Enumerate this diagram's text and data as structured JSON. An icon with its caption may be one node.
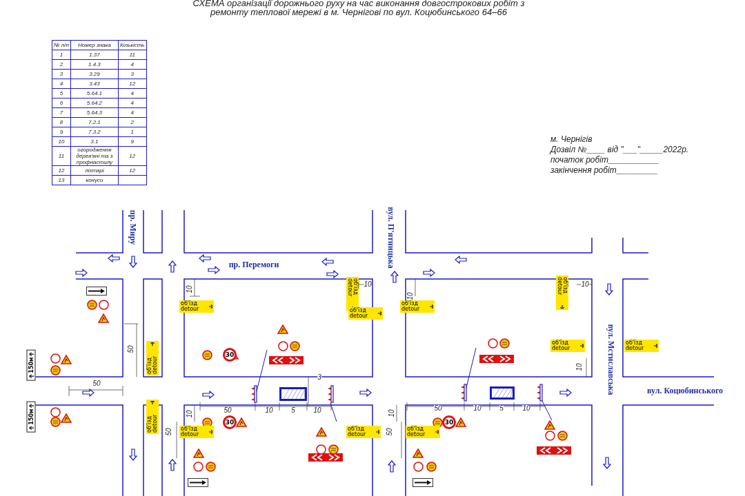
{
  "diagram": {
    "title": "СХЕМА організації дорожнього руху на час виконання довгострокових робіт з ремонту теплової мережі в м. Чернігові по вул. Коцюбинського 64–66",
    "nodes": [
      {
        "text": [
          "об'їзд detour"
        ]
      },
      {
        "text": [
          "об'їзд detour"
        ]
      },
      {
        "text": [
          "об'їзд detour"
        ]
      },
      {
        "text": [
          "об'їзд detour"
        ]
      },
      {
        "text": [
          "об'їзд detour"
        ]
      },
      {
        "text": [
          "об'їзд detour"
        ]
      },
      {
        "text": [
          "об'їзд detour"
        ]
      },
      {
        "text": [
          "об'їзд detour"
        ]
      },
      {
        "text": [
          "об'їзд detour"
        ]
      },
      {
        "text": [
          "об'їзд detour"
        ]
      },
      {
        "text": [
          "об'їзд detour"
        ]
      },
      {
        "text": [
          "об'їзд detour"
        ]
      },
      {
        "text": [
          "30"
        ]
      },
      {
        "text": [
          "30"
        ]
      },
      {
        "text": [
          "30"
        ]
      },
      {
        "text": [
          "150м"
        ]
      },
      {
        "text": [
          "150м"
        ]
      }
    ],
    "labels": [
      "№ п/п",
      "Номер знака",
      "Кількість",
      "1",
      "1.37",
      "11",
      "2",
      "1.4.3",
      "4",
      "3",
      "3.29",
      "3",
      "4",
      "3.43",
      "12",
      "5",
      "5.64.1",
      "4",
      "6",
      "5.64.2",
      "4",
      "7",
      "5.64.3",
      "4",
      "8",
      "7.2.1",
      "2",
      "9",
      "7.3.2",
      "1",
      "10",
      "3.1",
      "9",
      "11",
      "огородження дерев'яні та з профнастилу",
      "12",
      "12",
      "ліхтарі",
      "12",
      "13",
      "конуси",
      "м. Чернігів",
      "Дозвіл №____ від \"___\"_____2022р.",
      "початок робіт___________",
      "закінчення робіт_________",
      "пр. Миру",
      "вул. П'ятницька",
      "пр. Перемоги",
      "вул. Мстиславська",
      "вул. Коцюбинського",
      "50",
      "50",
      "10",
      "10",
      "3",
      "50",
      "10",
      "5",
      "10",
      "10",
      "50",
      "10",
      "10",
      "10",
      "10",
      "50",
      "10",
      "5",
      "10",
      "50"
    ]
  }
}
